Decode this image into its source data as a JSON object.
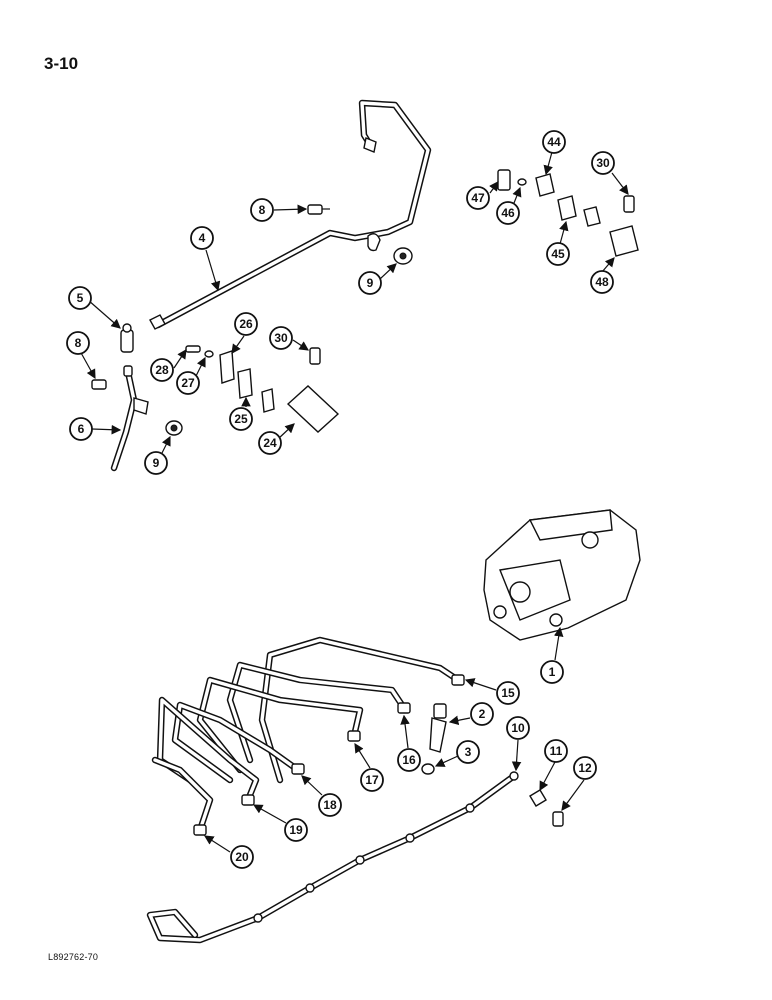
{
  "page": {
    "number": "3-10",
    "footer_code": "L892762-70"
  },
  "callouts": {
    "c1": "1",
    "c2": "2",
    "c3": "3",
    "c4": "4",
    "c5": "5",
    "c6": "6",
    "c8a": "8",
    "c8b": "8",
    "c9a": "9",
    "c9b": "9",
    "c10": "10",
    "c11": "11",
    "c12": "12",
    "c15": "15",
    "c16": "16",
    "c17": "17",
    "c18": "18",
    "c19": "19",
    "c20": "20",
    "c24": "24",
    "c25": "25",
    "c26": "26",
    "c27": "27",
    "c28": "28",
    "c30a": "30",
    "c30b": "30",
    "c44": "44",
    "c45": "45",
    "c46": "46",
    "c47": "47",
    "c48": "48"
  }
}
